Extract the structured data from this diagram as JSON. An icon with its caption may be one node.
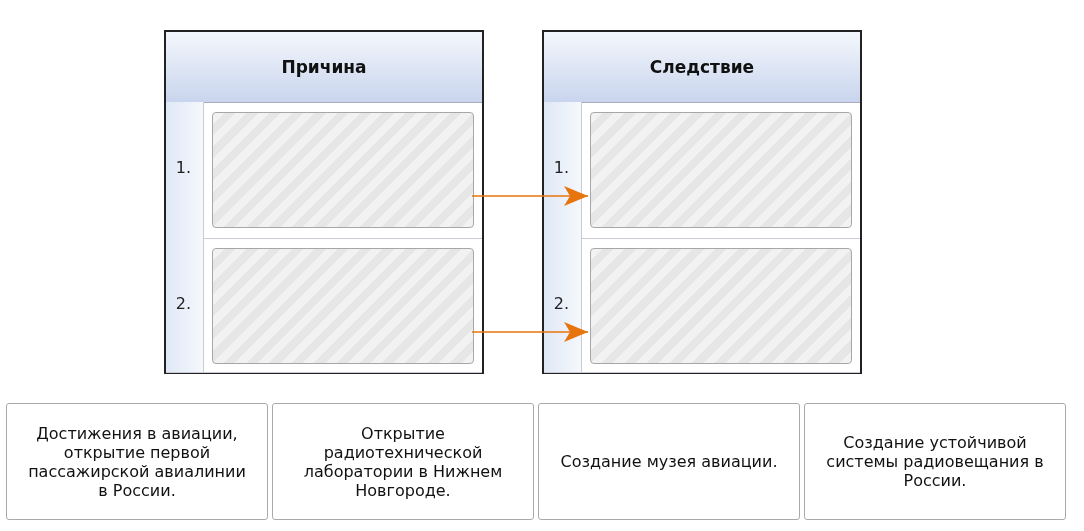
{
  "diagram": {
    "nodes": [
      {
        "text": [
          "Причина"
        ]
      },
      {
        "text": [],
        "shape": "box",
        "in": 0
      },
      {
        "text": [],
        "shape": "box",
        "in": 0
      },
      {
        "text": [
          "Следствие"
        ]
      },
      {
        "text": [],
        "shape": "box",
        "in": 3
      },
      {
        "text": [],
        "shape": "box",
        "in": 3
      },
      {
        "text": [
          "Достижения в авиации, открытие первой пассажирской авиалинии в России."
        ]
      },
      {
        "text": [
          "Открытие радиотехнической лаборатории в Нижнем Новгороде."
        ]
      },
      {
        "text": [
          "Создание музея авиации."
        ]
      },
      {
        "text": [
          "Создание устойчивой системы радиовещания в России."
        ]
      }
    ],
    "edges": [
      {
        "from": 1,
        "to": 4,
        "arrow": "to",
        "color": "#e8740e"
      },
      {
        "from": 2,
        "to": 5,
        "arrow": "to",
        "color": "#e8740e"
      }
    ],
    "labels": [
      "1.",
      "1.",
      "2.",
      "2."
    ]
  }
}
